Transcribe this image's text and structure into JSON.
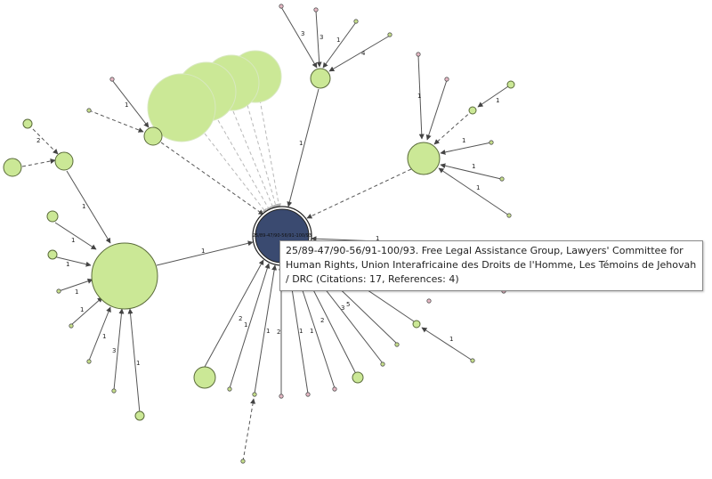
{
  "colors": {
    "node_fill": "#cbe896",
    "node_stroke": "#5a6b3a",
    "small_node_fill": "#c6df8a",
    "dot_red": "#e6b8c4",
    "center_fill": "#3a4a70",
    "edge": "#555555",
    "dashed_edge": "#444444",
    "faded_edge": "#b8b8b8"
  },
  "center_node": {
    "label": "25/89-47/90-56/91-100/93"
  },
  "tooltip": {
    "text": "25/89-47/90-56/91-100/93. Free Legal Assistance Group, Lawyers' Committee for Human Rights, Union Interafricaine des Droits de l'Homme, Les Témoins de Jehovah / DRC (Citations: 17, References: 4)"
  },
  "edge_labels": {
    "top_hub_in": [
      "3",
      "3",
      "1",
      "4"
    ],
    "top_hub_out": "1",
    "right_hub_in": [
      "1",
      "1",
      "1",
      "1",
      "1"
    ],
    "left_hub_out": "1",
    "left_hub_in": [
      "1",
      "1",
      "1",
      "1",
      "1",
      "3",
      "1"
    ],
    "left_small": [
      "2",
      "1"
    ],
    "upper_left": "1",
    "center_in": [
      "2",
      "1",
      "1",
      "2",
      "1",
      "2",
      "3",
      "5",
      "1",
      "1"
    ],
    "right_chain": "1"
  }
}
